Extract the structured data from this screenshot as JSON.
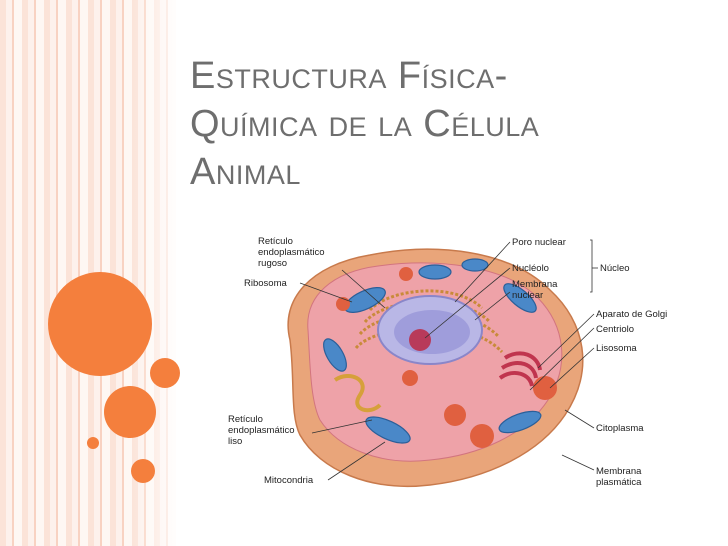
{
  "slide": {
    "title_lines": [
      "Estructura Física-",
      "Química de la Célula",
      "Animal"
    ],
    "accent_color": "#f47f3d"
  },
  "diagram": {
    "labels": {
      "reticulo_rugoso": [
        "Retículo",
        "endoplasmático",
        "rugoso"
      ],
      "ribosoma": "Ribosoma",
      "reticulo_liso": [
        "Retículo",
        "endoplasmático",
        "liso"
      ],
      "mitocondria": "Mitocondria",
      "poro_nuclear": "Poro nuclear",
      "nucleolo": "Nucléolo",
      "membrana_nuclear": [
        "Membrana",
        "nuclear"
      ],
      "nucleo": "Núcleo",
      "golgi": "Aparato de Golgi",
      "centriolo": "Centriolo",
      "lisosoma": "Lisosoma",
      "citoplasma": "Citoplasma",
      "membrana_plasmatica": [
        "Membrana",
        "plasmática"
      ]
    }
  }
}
